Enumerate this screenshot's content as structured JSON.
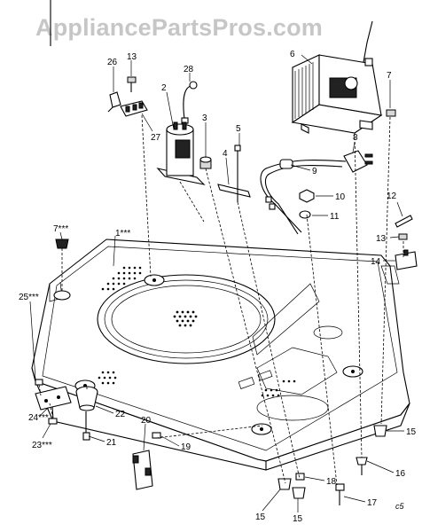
{
  "watermark": "AppliancePartsPros.com",
  "corner_mark": "c5",
  "callouts": [
    {
      "id": "c26",
      "label": "26"
    },
    {
      "id": "c13a",
      "label": "13"
    },
    {
      "id": "c28",
      "label": "28"
    },
    {
      "id": "c2",
      "label": "2"
    },
    {
      "id": "c27",
      "label": "27"
    },
    {
      "id": "c3",
      "label": "3"
    },
    {
      "id": "c5",
      "label": "5"
    },
    {
      "id": "c4",
      "label": "4"
    },
    {
      "id": "c6",
      "label": "6"
    },
    {
      "id": "c7a",
      "label": "7"
    },
    {
      "id": "c8",
      "label": "8"
    },
    {
      "id": "c9",
      "label": "9"
    },
    {
      "id": "c10",
      "label": "10"
    },
    {
      "id": "c11",
      "label": "11"
    },
    {
      "id": "c12",
      "label": "12"
    },
    {
      "id": "c13b",
      "label": "13"
    },
    {
      "id": "c14",
      "label": "14"
    },
    {
      "id": "c7b",
      "label": "7***"
    },
    {
      "id": "c1",
      "label": "1***"
    },
    {
      "id": "c25",
      "label": "25***"
    },
    {
      "id": "c24",
      "label": "24***"
    },
    {
      "id": "c23",
      "label": "23***"
    },
    {
      "id": "c22",
      "label": "22"
    },
    {
      "id": "c20",
      "label": "20"
    },
    {
      "id": "c21",
      "label": "21"
    },
    {
      "id": "c19",
      "label": "19"
    },
    {
      "id": "c15a",
      "label": "15"
    },
    {
      "id": "c16",
      "label": "16"
    },
    {
      "id": "c18",
      "label": "18"
    },
    {
      "id": "c17",
      "label": "17"
    },
    {
      "id": "c15b",
      "label": "15"
    },
    {
      "id": "c15c",
      "label": "15"
    }
  ]
}
